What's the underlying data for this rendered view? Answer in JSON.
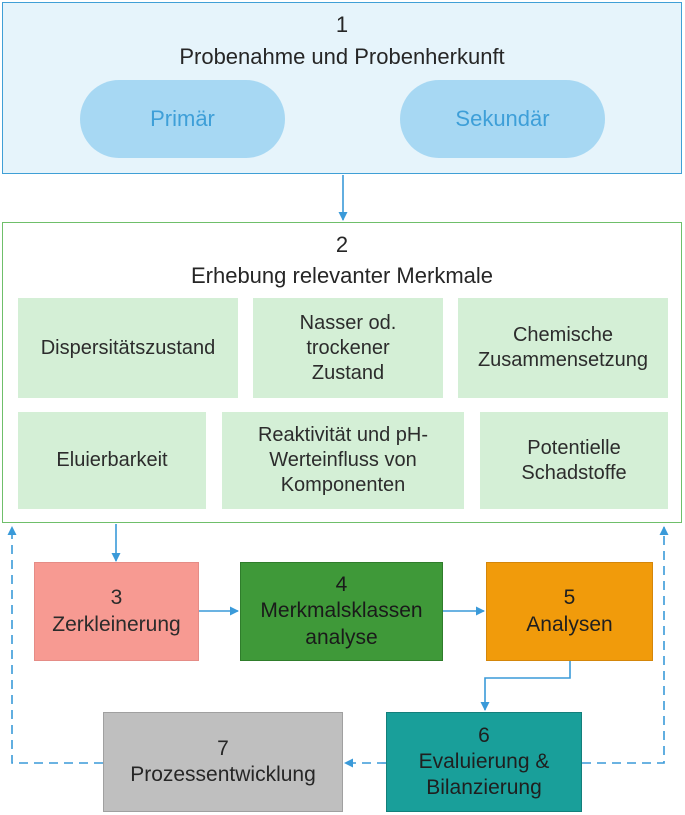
{
  "stage1": {
    "number": "1",
    "title": "Probenahme und Probenherkunft",
    "pills": [
      "Primär",
      "Sekundär"
    ]
  },
  "stage2": {
    "number": "2",
    "title": "Erhebung relevanter Merkmale",
    "row1": [
      [
        "Dispersitätszustand"
      ],
      [
        "Nasser od.",
        "trockener",
        "Zustand"
      ],
      [
        "Chemische",
        "Zusammensetzung"
      ]
    ],
    "row2": [
      [
        "Eluierbarkeit"
      ],
      [
        "Reaktivität und pH-",
        "Werteinfluss von",
        "Komponenten"
      ],
      [
        "Potentielle",
        "Schadstoffe"
      ]
    ]
  },
  "steps": {
    "s3": {
      "number": "3",
      "lines": [
        "Zerkleinerung"
      ]
    },
    "s4": {
      "number": "4",
      "lines": [
        "Merkmalsklassen",
        "analyse"
      ]
    },
    "s5": {
      "number": "5",
      "lines": [
        "Analysen"
      ]
    },
    "s6": {
      "number": "6",
      "lines": [
        "Evaluierung &",
        "Bilanzierung"
      ]
    },
    "s7": {
      "number": "7",
      "lines": [
        "Prozessentwicklung"
      ]
    }
  },
  "colors": {
    "stage1_fill": "#e6f4fb",
    "stage1_border": "#3f9fd6",
    "pill": "#a7d8f3",
    "pill_text": "#3e9fd8",
    "stage2_border": "#6fbf6a",
    "feature_fill": "#d4efd6",
    "step3": "#f79a92",
    "step4": "#3f9939",
    "step5": "#f19b0b",
    "step6": "#199f9a",
    "step7": "#bfbfbf",
    "arrow": "#3a9ad9"
  }
}
